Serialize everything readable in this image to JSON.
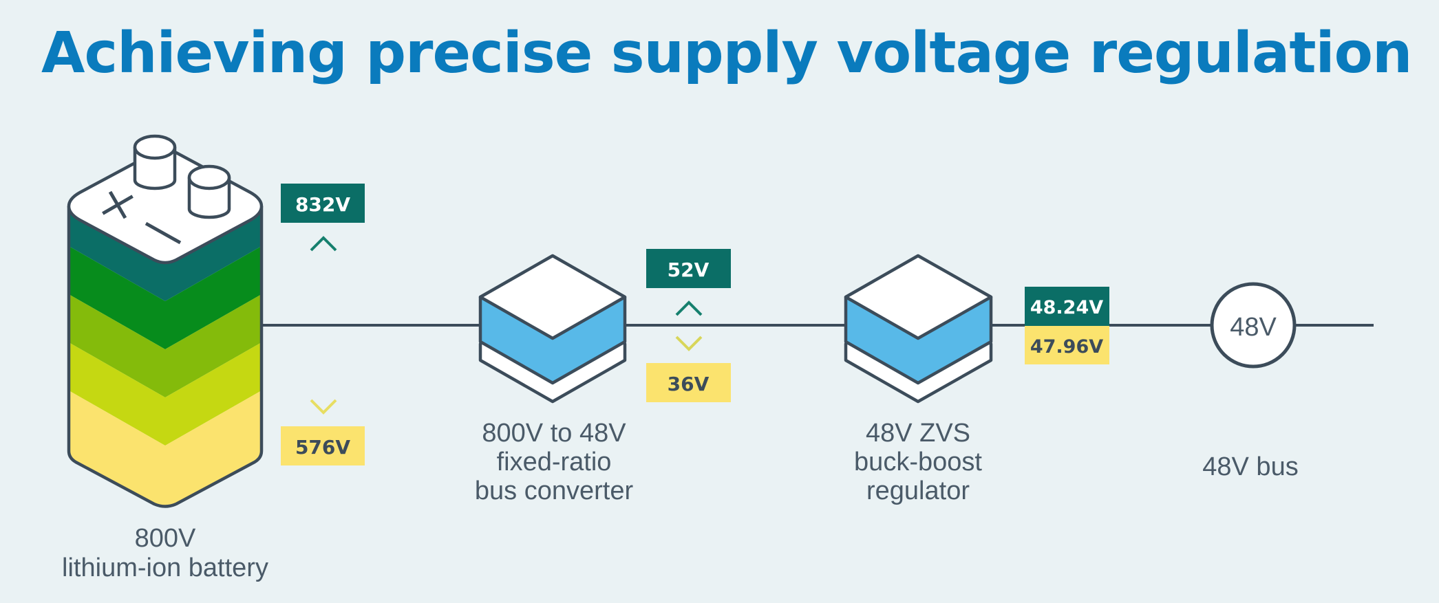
{
  "title": "Achieving precise supply voltage regulation",
  "colors": {
    "title": "#0a7bbd",
    "line": "#3c4c5a",
    "dark_green": "#0b6e66",
    "yellow": "#fbe36e",
    "cube_blue": "#58b9e8"
  },
  "battery": {
    "voltage_high": "832V",
    "voltage_low": "576V",
    "label_line1": "800V",
    "label_line2": "lithium-ion battery",
    "layer_colors": [
      "#0b6e66",
      "#078c1c",
      "#84bb0b",
      "#c5d812",
      "#fbe36e"
    ]
  },
  "bus_converter": {
    "voltage_high": "52V",
    "voltage_low": "36V",
    "label_line1": "800V to 48V",
    "label_line2": "fixed-ratio",
    "label_line3": "bus converter"
  },
  "regulator": {
    "voltage_high": "48.24V",
    "voltage_low": "47.96V",
    "label_line1": "48V ZVS",
    "label_line2": "buck-boost",
    "label_line3": "regulator"
  },
  "bus": {
    "circle_text": "48V",
    "label": "48V bus"
  }
}
